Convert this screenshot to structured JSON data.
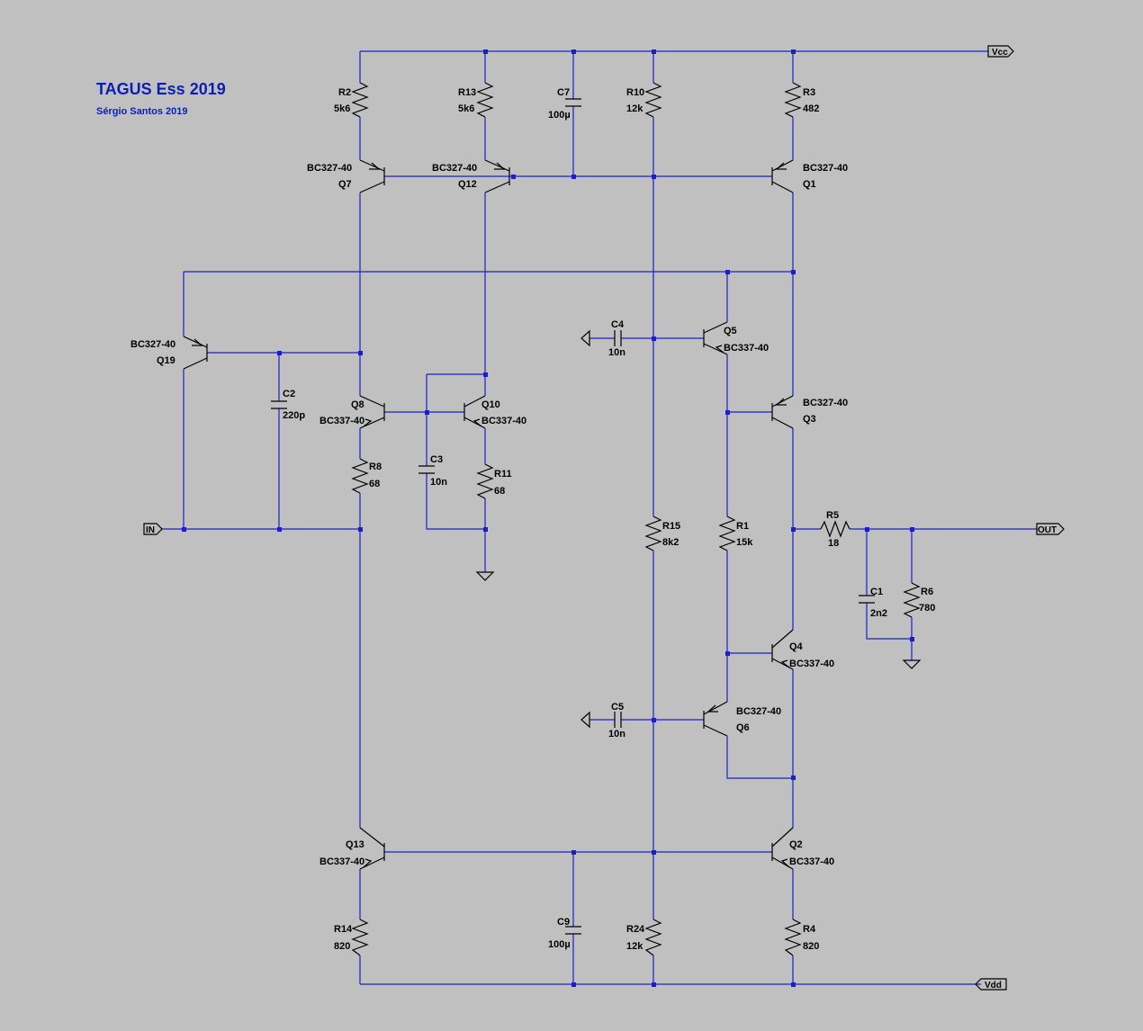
{
  "title": "TAGUS Ess 2019",
  "subtitle": "Sérgio Santos 2019",
  "ports": {
    "vcc": "Vcc",
    "vdd": "Vdd",
    "in": "IN",
    "out": "OUT"
  },
  "resistors": {
    "R2": {
      "name": "R2",
      "value": "5k6"
    },
    "R13": {
      "name": "R13",
      "value": "5k6"
    },
    "R10": {
      "name": "R10",
      "value": "12k"
    },
    "R3": {
      "name": "R3",
      "value": "482"
    },
    "R8": {
      "name": "R8",
      "value": "68"
    },
    "R11": {
      "name": "R11",
      "value": "68"
    },
    "R15": {
      "name": "R15",
      "value": "8k2"
    },
    "R1": {
      "name": "R1",
      "value": "15k"
    },
    "R5": {
      "name": "R5",
      "value": "18"
    },
    "R6": {
      "name": "R6",
      "value": "780"
    },
    "R14": {
      "name": "R14",
      "value": "820"
    },
    "R24": {
      "name": "R24",
      "value": "12k"
    },
    "R4": {
      "name": "R4",
      "value": "820"
    }
  },
  "capacitors": {
    "C7": {
      "name": "C7",
      "value": "100µ"
    },
    "C2": {
      "name": "C2",
      "value": "220p"
    },
    "C3": {
      "name": "C3",
      "value": "10n"
    },
    "C4": {
      "name": "C4",
      "value": "10n"
    },
    "C5": {
      "name": "C5",
      "value": "10n"
    },
    "C1": {
      "name": "C1",
      "value": "2n2"
    },
    "C9": {
      "name": "C9",
      "value": "100µ"
    }
  },
  "transistors": {
    "Q7": {
      "name": "Q7",
      "model": "BC327-40"
    },
    "Q12": {
      "name": "Q12",
      "model": "BC327-40"
    },
    "Q1": {
      "name": "Q1",
      "model": "BC327-40"
    },
    "Q19": {
      "name": "Q19",
      "model": "BC327-40"
    },
    "Q8": {
      "name": "Q8",
      "model": "BC337-40"
    },
    "Q10": {
      "name": "Q10",
      "model": "BC337-40"
    },
    "Q5": {
      "name": "Q5",
      "model": "BC337-40"
    },
    "Q3": {
      "name": "Q3",
      "model": "BC327-40"
    },
    "Q4": {
      "name": "Q4",
      "model": "BC337-40"
    },
    "Q6": {
      "name": "Q6",
      "model": "BC327-40"
    },
    "Q13": {
      "name": "Q13",
      "model": "BC337-40"
    },
    "Q2": {
      "name": "Q2",
      "model": "BC337-40"
    }
  }
}
